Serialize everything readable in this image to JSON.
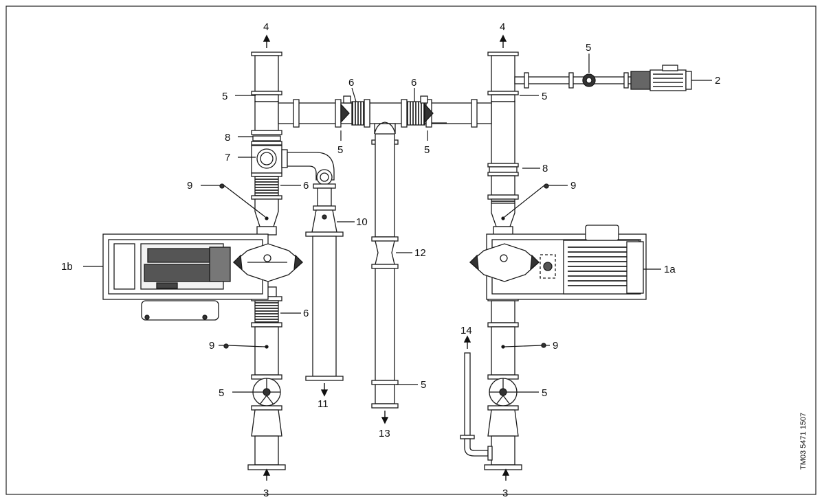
{
  "labels": {
    "l_4_left": "4",
    "l_4_right": "4",
    "l_5_top_left": "5",
    "l_5_top_right": "5",
    "l_5_motor_line": "5",
    "l_5_mid_left": "5",
    "l_5_mid_right": "5",
    "l_5_bottom_left": "5",
    "l_5_bottom_right": "5",
    "l_5_center_bottom": "5",
    "l_6_top_left": "6",
    "l_6_top_right": "6",
    "l_6_left_upper": "6",
    "l_6_left_lower": "6",
    "l_8_left": "8",
    "l_8_right": "8",
    "l_7": "7",
    "l_9_left_upper": "9",
    "l_9_right_upper": "9",
    "l_9_left_lower": "9",
    "l_9_right_lower": "9",
    "l_10": "10",
    "l_11": "11",
    "l_12": "12",
    "l_13": "13",
    "l_14": "14",
    "l_1a": "1a",
    "l_1b": "1b",
    "l_2": "2",
    "l_3_left": "3",
    "l_3_right": "3"
  },
  "drawing_code": "TM03 5471 1507",
  "colors": {
    "line": "#1a1a1a",
    "frame": "#222222",
    "fill_light": "#f2f2f2",
    "fill_dark": "#555555"
  }
}
